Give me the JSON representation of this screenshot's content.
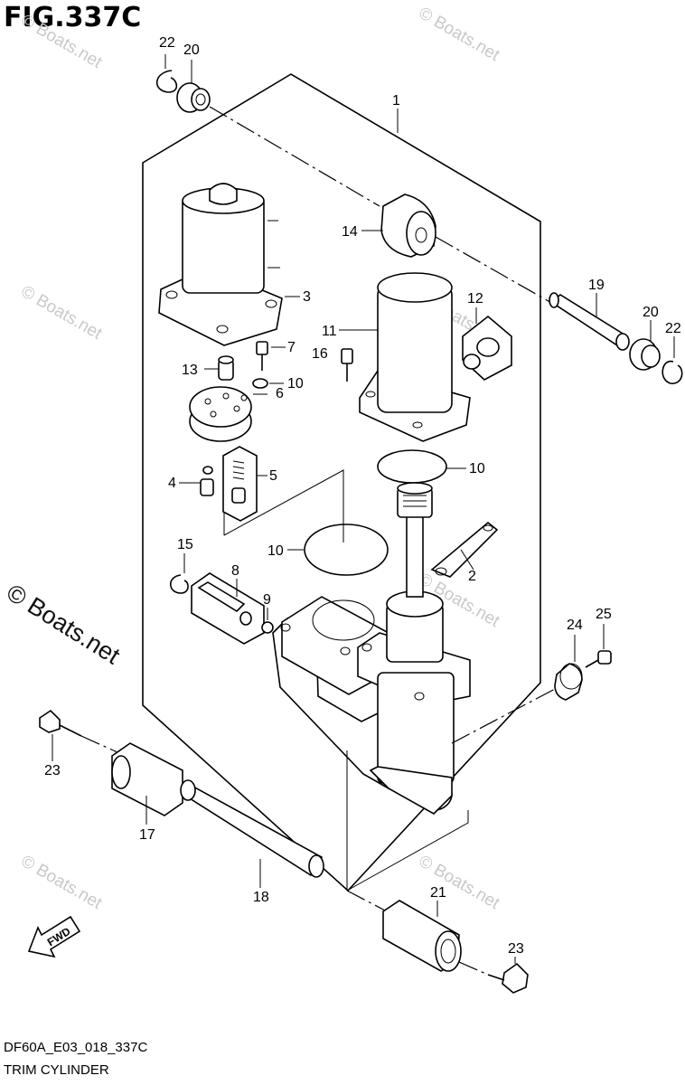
{
  "figure": {
    "title": "FIG.337C",
    "code": "DF60A_E03_018_337C",
    "name": "TRIM CYLINDER"
  },
  "watermarks": [
    "© Boats.net",
    "© Boats.net",
    "© Boats.net",
    "© Boats.net",
    "© Boats.net",
    "© Boats.net",
    "© Boats.net"
  ],
  "watermark_main": "© Boats.net",
  "fwd_label": "FWD",
  "callouts": [
    "22",
    "20",
    "1",
    "14",
    "19",
    "20",
    "22",
    "3",
    "12",
    "7",
    "16",
    "11",
    "13",
    "10",
    "6",
    "10",
    "4",
    "5",
    "15",
    "10",
    "8",
    "2",
    "9",
    "24",
    "25",
    "23",
    "17",
    "18",
    "21",
    "23"
  ]
}
